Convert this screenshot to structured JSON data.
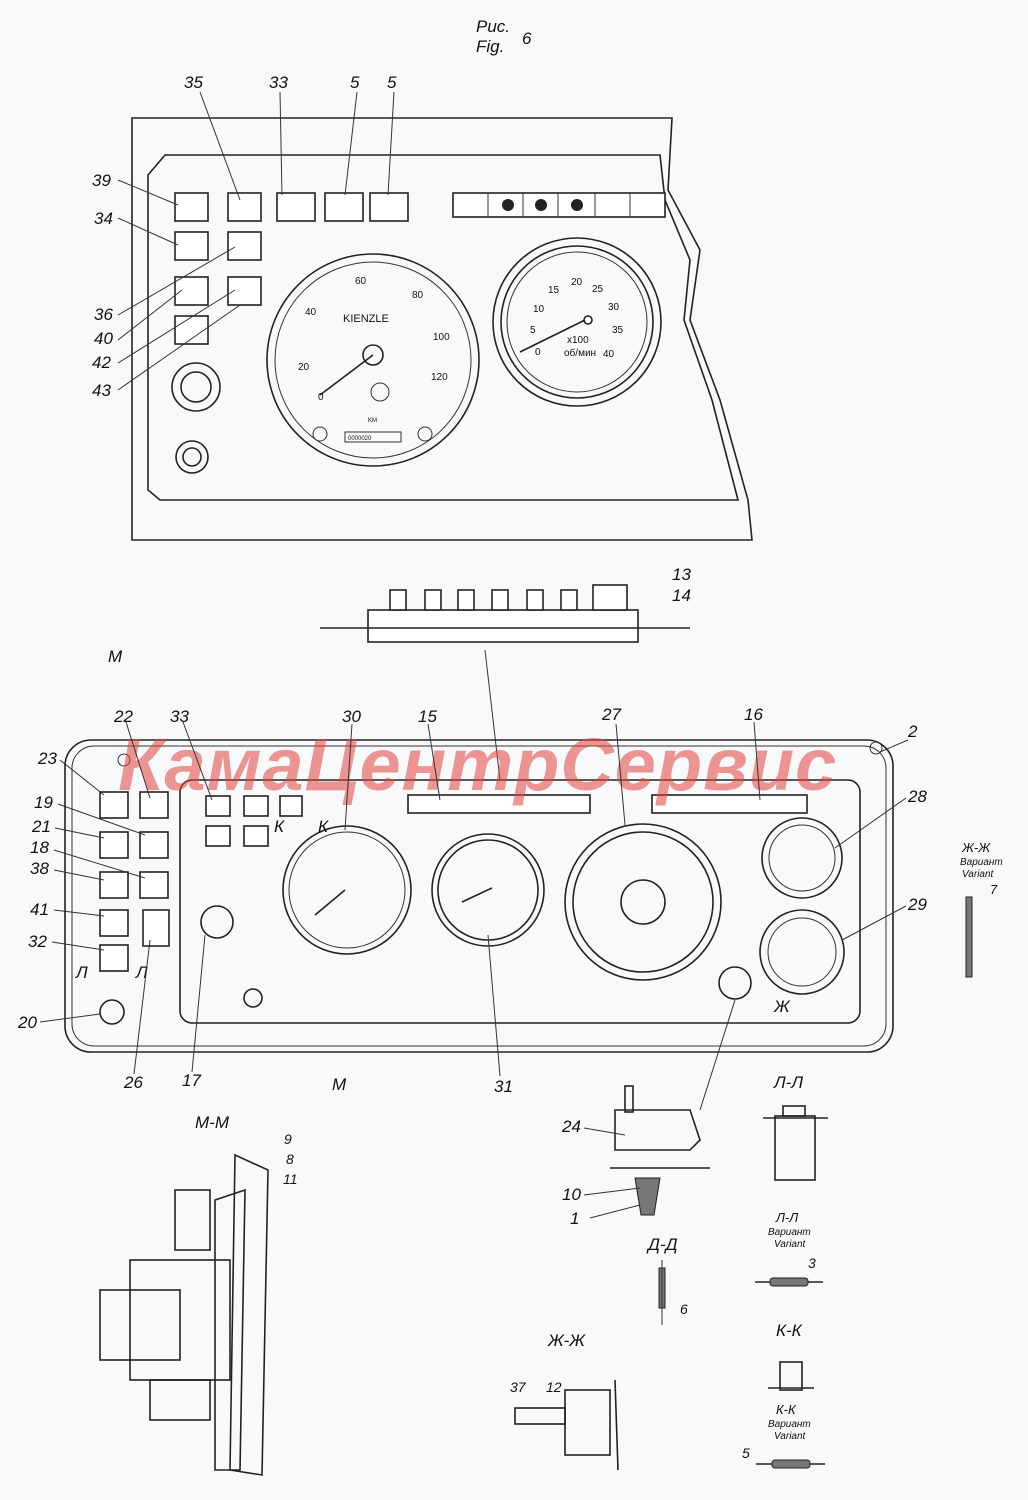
{
  "figure": {
    "title_ru": "Рис.",
    "title_en": "Fig.",
    "number": "6"
  },
  "watermark": "КамаЦентрСервис",
  "top_panel": {
    "callouts": [
      "35",
      "33",
      "5",
      "5",
      "39",
      "34",
      "36",
      "40",
      "42",
      "43"
    ],
    "speedometer": {
      "brand": "KIENZLE",
      "ticks": [
        "0",
        "20",
        "40",
        "60",
        "80",
        "100",
        "120"
      ],
      "unit": "KM",
      "odometer": "0000020"
    },
    "tachometer": {
      "ticks": [
        "0",
        "5",
        "10",
        "15",
        "20",
        "25",
        "30",
        "35",
        "40"
      ],
      "multiplier": "x100",
      "unit": "об/мин"
    }
  },
  "section_top": {
    "callouts": [
      "13",
      "14"
    ]
  },
  "lower_panel": {
    "section_mark": "М",
    "section_mark_k": "К",
    "callouts": [
      "22",
      "33",
      "30",
      "15",
      "27",
      "16",
      "2",
      "23",
      "19",
      "21",
      "18",
      "38",
      "41",
      "32",
      "20",
      "26",
      "17",
      "31",
      "28",
      "29"
    ],
    "section_l": "Л",
    "section_zh": "Ж"
  },
  "variant_zh": {
    "title": "Ж-Ж",
    "ru": "Вариант",
    "en": "Variant",
    "callout": "7"
  },
  "section_mm": {
    "title": "М-М",
    "callouts": [
      "9",
      "8",
      "11"
    ]
  },
  "detail_24": {
    "callouts": [
      "24",
      "10",
      "1"
    ]
  },
  "section_dd": {
    "title": "Д-Д",
    "callout": "6"
  },
  "section_zhzh": {
    "title": "Ж-Ж",
    "callouts": [
      "37",
      "12"
    ]
  },
  "section_ll": {
    "title": "Л-Л",
    "variant_title": "Л-Л",
    "ru": "Вариант",
    "en": "Variant",
    "callout": "3"
  },
  "section_kk": {
    "title": "К-К",
    "variant_title": "К-К",
    "ru": "Вариант",
    "en": "Variant",
    "callout": "5"
  }
}
